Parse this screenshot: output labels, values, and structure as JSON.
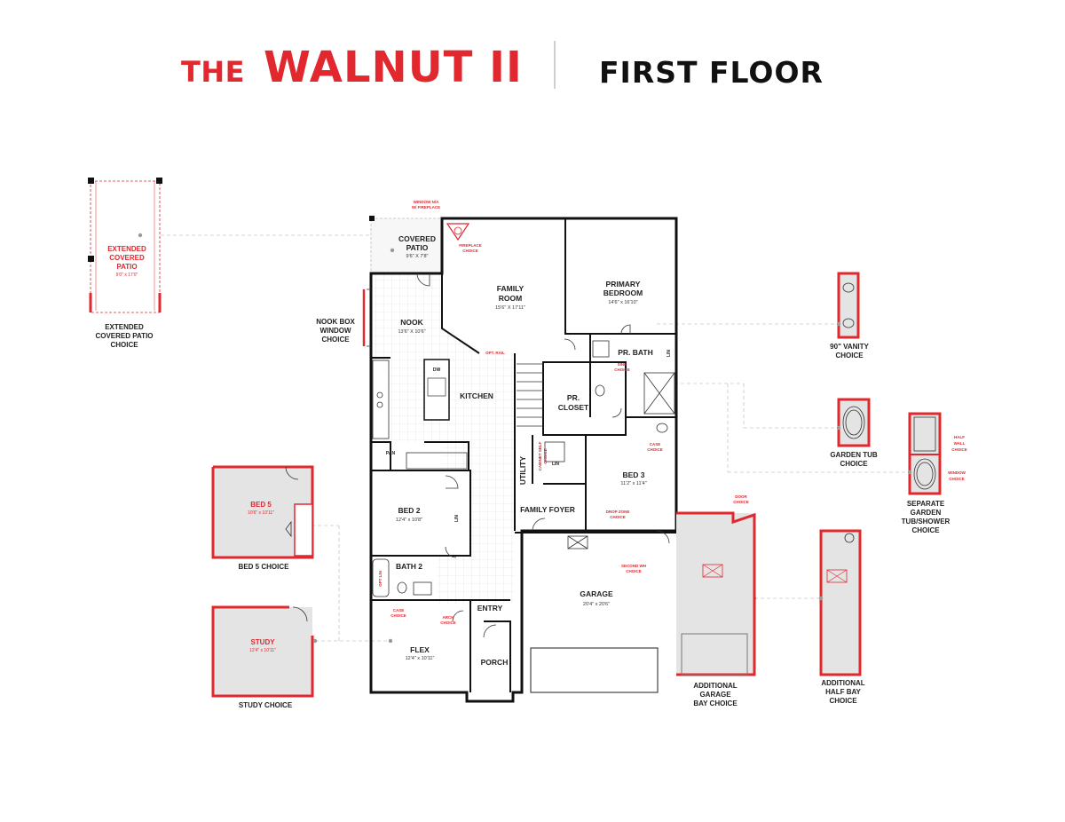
{
  "header": {
    "the": "THE",
    "name": "WALNUT II",
    "floor": "FIRST FLOOR"
  },
  "colors": {
    "brand_red": "#e0282e",
    "wall": "#111111",
    "option_fill": "#e4e4e4"
  },
  "rooms": {
    "covered_patio": {
      "name1": "COVERED",
      "name2": "PATIO",
      "dim": "9'6\" X 7'8\""
    },
    "family_room": {
      "name1": "FAMILY",
      "name2": "ROOM",
      "dim": "15'6\" X 17'11\""
    },
    "primary_bedroom": {
      "name1": "PRIMARY",
      "name2": "BEDROOM",
      "dim": "14'6\" x 16'10\""
    },
    "nook": {
      "name": "NOOK",
      "dim": "13'6\" X 10'6\""
    },
    "kitchen": {
      "name": "KITCHEN"
    },
    "pr_bath": {
      "name": "PR. BATH"
    },
    "pr_closet": {
      "name1": "PR.",
      "name2": "CLOSET"
    },
    "utility": {
      "name": "UTILITY"
    },
    "family_foyer": {
      "name": "FAMILY FOYER"
    },
    "bed_3": {
      "name": "BED 3",
      "dim": "11'2\" x 11'4\""
    },
    "bed_2": {
      "name": "BED 2",
      "dim": "12'4\" x 10'8\""
    },
    "bath_2": {
      "name": "BATH 2"
    },
    "garage": {
      "name": "GARAGE",
      "dim": "20'4\" x 20'6\""
    },
    "entry": {
      "name": "ENTRY"
    },
    "flex": {
      "name": "FLEX",
      "dim": "12'4\" x 10'11\""
    },
    "porch": {
      "name": "PORCH"
    }
  },
  "fixtures": {
    "dw": "DW",
    "pan": "PAN",
    "lin1": "LIN",
    "lin2": "LIN",
    "lin3": "LIN",
    "opt_lin": "OPT LIN"
  },
  "inline_options": {
    "window_na": "WINDOW N/A",
    "w_fireplace": "W/ FIREPLACE",
    "fireplace_1": "FIREPLACE",
    "fireplace_2": "CHOICE",
    "opt_rail": "OPT. RAIL",
    "sink_1": "SINK",
    "sink_2": "CHOICE",
    "cabinet_1": "CABINET SELF",
    "cabinet_2": "CHOICE",
    "case_1": "CASE",
    "case_2": "CHOICE",
    "drop_1": "DROP ZONE",
    "drop_2": "CHOICE",
    "second_1": "SECOND WH",
    "second_2": "CHOICE",
    "door_1": "DOOR",
    "door_2": "CHOICE",
    "case2_1": "CASE",
    "case2_2": "CHOICE",
    "arch_1": "ARCH",
    "arch_2": "CHOICE",
    "half_1": "HALF",
    "half_2": "WALL",
    "half_3": "CHOICE",
    "window_1": "WINDOW",
    "window_2": "CHOICE"
  },
  "option_plans": {
    "ext_patio": {
      "name1": "EXTENDED",
      "name2": "COVERED",
      "name3": "PATIO",
      "dim": "9'0\" x 17'0\"",
      "cap1": "EXTENDED",
      "cap2": "COVERED PATIO",
      "cap3": "CHOICE"
    },
    "nook_box": {
      "cap1": "NOOK BOX",
      "cap2": "WINDOW",
      "cap3": "CHOICE"
    },
    "bed5": {
      "name": "BED 5",
      "dim": "10'6\" x 10'11\"",
      "cap": "BED 5 CHOICE"
    },
    "study": {
      "name": "STUDY",
      "dim": "12'4\" x 10'11\"",
      "cap": "STUDY CHOICE"
    },
    "vanity": {
      "cap1": "90\" VANITY",
      "cap2": "CHOICE"
    },
    "garden_tub": {
      "cap1": "GARDEN TUB",
      "cap2": "CHOICE"
    },
    "separate_tub": {
      "cap1": "SEPARATE",
      "cap2": "GARDEN",
      "cap3": "TUB/SHOWER",
      "cap4": "CHOICE"
    },
    "add_garage": {
      "cap1": "ADDITIONAL",
      "cap2": "GARAGE",
      "cap3": "BAY CHOICE"
    },
    "add_half_bay": {
      "cap1": "ADDITIONAL",
      "cap2": "HALF BAY",
      "cap3": "CHOICE"
    }
  }
}
